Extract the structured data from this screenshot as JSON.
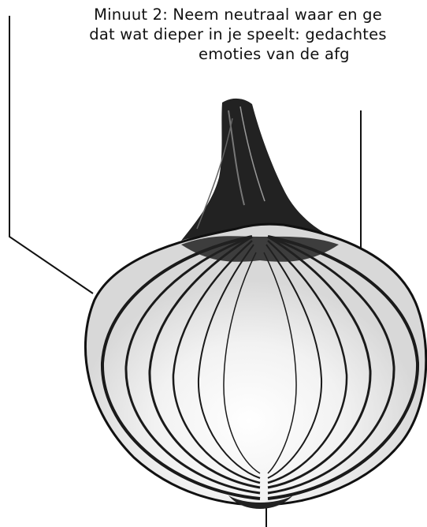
{
  "caption": {
    "line1": "Minuut 2: Neem neutraal waar en ge",
    "line2": "dat wat dieper in je speelt: gedachtes",
    "line3": "emoties van de afg"
  },
  "colors": {
    "background": "#ffffff",
    "ink": "#111111",
    "onion_dark": "#1a1a1a",
    "onion_light": "#f4f4f4"
  },
  "icons": [
    "onion-illustration"
  ]
}
